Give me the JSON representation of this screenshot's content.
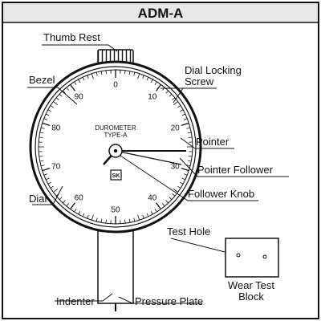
{
  "title": "ADM-A",
  "dial": {
    "scale_labels": [
      "0",
      "10",
      "20",
      "30",
      "40",
      "50",
      "60",
      "70",
      "80",
      "90"
    ],
    "face_text_line1": "DUROMETER",
    "face_text_line2": "TYPE-A",
    "logo_text": "SK"
  },
  "labels": {
    "thumb_rest": "Thumb Rest",
    "dial_locking_screw_line1": "Dial Locking",
    "dial_locking_screw_line2": "Screw",
    "bezel": "Bezel",
    "pointer": "Pointer",
    "pointer_follower": "Pointer Follower",
    "dial": "Dial",
    "follower_knob": "Follower Knob",
    "test_hole": "Test Hole",
    "wear_test_block_line1": "Wear Test",
    "wear_test_block_line2": "Block",
    "indenter": "Indenter",
    "pressure_plate": "Pressure Plate"
  },
  "colors": {
    "line": "#111111",
    "background": "#ffffff",
    "header_fill": "#e8e8e8"
  }
}
